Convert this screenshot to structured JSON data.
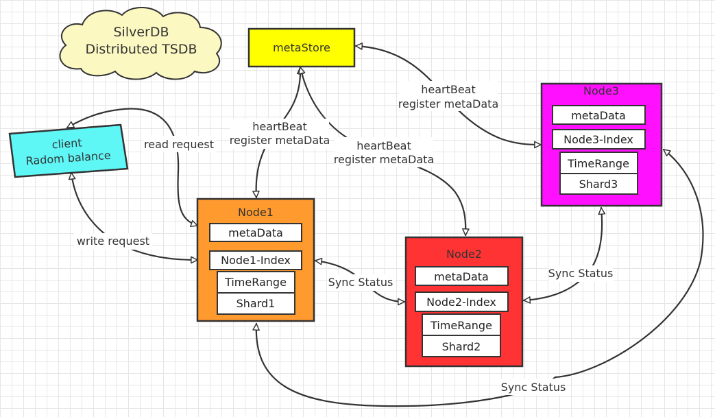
{
  "title": {
    "line1": "SilverDB",
    "line2": "Distributed TSDB",
    "color": "#fbf8c2"
  },
  "metastore": {
    "label": "metaStore",
    "color": "#ffff00"
  },
  "client": {
    "line1": "client",
    "line2": "Radom balance",
    "color": "#5ff6f6"
  },
  "nodes": {
    "node1": {
      "title": "Node1",
      "color": "#ff9a2e",
      "metadata": "metaData",
      "index": "Node1-Index",
      "timerange": "TimeRange",
      "shard": "Shard1"
    },
    "node2": {
      "title": "Node2",
      "color": "#ff3333",
      "metadata": "metaData",
      "index": "Node2-Index",
      "timerange": "TimeRange",
      "shard": "Shard2"
    },
    "node3": {
      "title": "Node3",
      "color": "#ff10ff",
      "metadata": "metaData",
      "index": "Node3-Index",
      "timerange": "TimeRange",
      "shard": "Shard3"
    }
  },
  "edges": {
    "read_request": "read request",
    "write_request": "write request",
    "hb_node1": {
      "line1": "heartBeat",
      "line2": "register metaData"
    },
    "hb_node2": {
      "line1": "heartBeat",
      "line2": "register metaData"
    },
    "hb_node3": {
      "line1": "heartBeat",
      "line2": "register metaData"
    },
    "sync_1_2": "Sync Status",
    "sync_2_3": "Sync Status",
    "sync_1_3": "Sync Status"
  }
}
